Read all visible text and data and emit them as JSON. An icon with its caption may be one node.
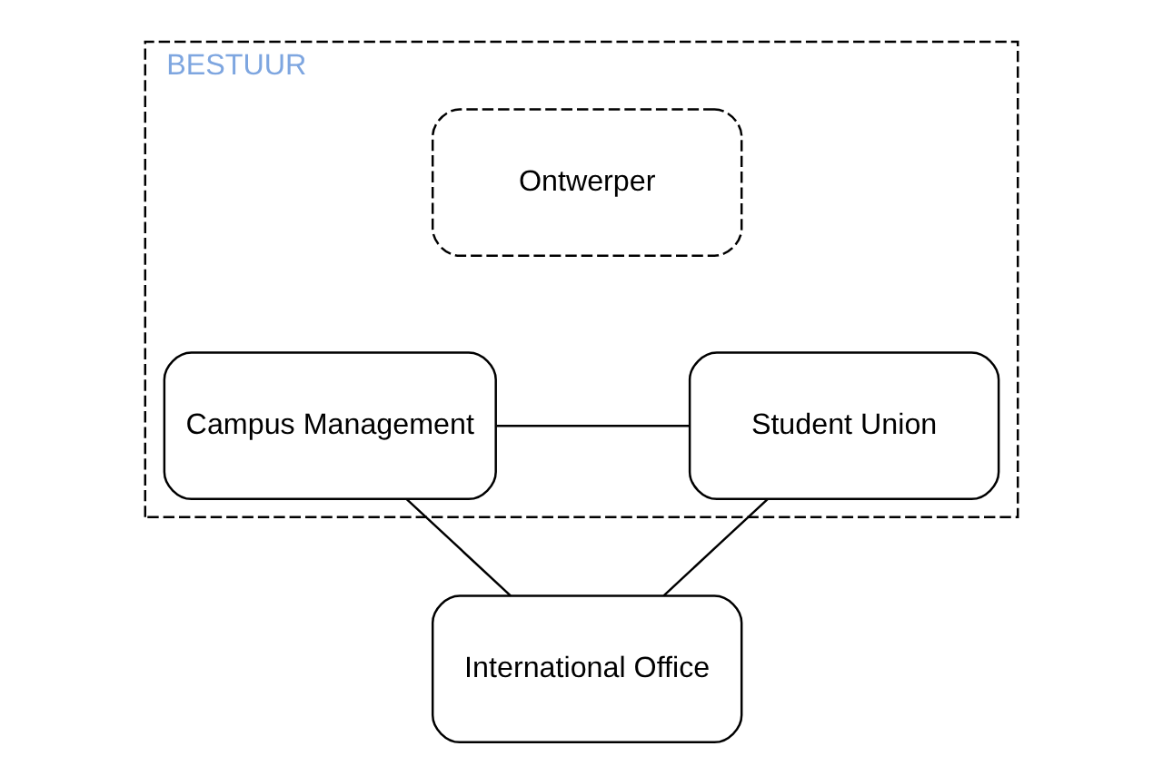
{
  "diagram": {
    "nodes": [
      {
        "text": [
          "BESTUUR"
        ]
      },
      {
        "text": [
          "Ontwerper"
        ],
        "in": 0
      },
      {
        "text": [
          "Campus Management"
        ],
        "in": 0
      },
      {
        "text": [
          "Student Union"
        ],
        "in": 0
      },
      {
        "text": [
          "International Office"
        ]
      }
    ],
    "edges": [
      {
        "from": 2,
        "to": 3,
        "arrow": "none"
      },
      {
        "from": 2,
        "to": 4,
        "arrow": "none"
      },
      {
        "from": 3,
        "to": 4,
        "arrow": "none"
      }
    ]
  }
}
